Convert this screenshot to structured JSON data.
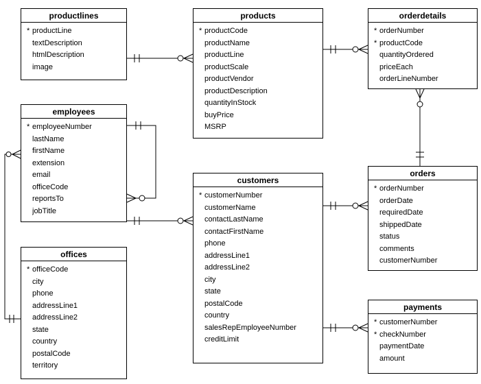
{
  "diagram": {
    "pk_marker": "*",
    "tables": [
      {
        "name": "productlines",
        "fields": [
          {
            "name": "productLine",
            "pk": true
          },
          {
            "name": "textDescription",
            "pk": false
          },
          {
            "name": "htmlDescription",
            "pk": false
          },
          {
            "name": "image",
            "pk": false
          }
        ]
      },
      {
        "name": "products",
        "fields": [
          {
            "name": "productCode",
            "pk": true
          },
          {
            "name": "productName",
            "pk": false
          },
          {
            "name": "productLine",
            "pk": false
          },
          {
            "name": "productScale",
            "pk": false
          },
          {
            "name": "productVendor",
            "pk": false
          },
          {
            "name": "productDescription",
            "pk": false
          },
          {
            "name": "quantityInStock",
            "pk": false
          },
          {
            "name": "buyPrice",
            "pk": false
          },
          {
            "name": "MSRP",
            "pk": false
          }
        ]
      },
      {
        "name": "orderdetails",
        "fields": [
          {
            "name": "orderNumber",
            "pk": true
          },
          {
            "name": "productCode",
            "pk": true
          },
          {
            "name": "quantityOrdered",
            "pk": false
          },
          {
            "name": "priceEach",
            "pk": false
          },
          {
            "name": "orderLineNumber",
            "pk": false
          }
        ]
      },
      {
        "name": "employees",
        "fields": [
          {
            "name": "employeeNumber",
            "pk": true
          },
          {
            "name": "lastName",
            "pk": false
          },
          {
            "name": "firstName",
            "pk": false
          },
          {
            "name": "extension",
            "pk": false
          },
          {
            "name": "email",
            "pk": false
          },
          {
            "name": "officeCode",
            "pk": false
          },
          {
            "name": "reportsTo",
            "pk": false
          },
          {
            "name": "jobTitle",
            "pk": false
          }
        ]
      },
      {
        "name": "customers",
        "fields": [
          {
            "name": "customerNumber",
            "pk": true
          },
          {
            "name": "customerName",
            "pk": false
          },
          {
            "name": "contactLastName",
            "pk": false
          },
          {
            "name": "contactFirstName",
            "pk": false
          },
          {
            "name": "phone",
            "pk": false
          },
          {
            "name": "addressLine1",
            "pk": false
          },
          {
            "name": "addressLine2",
            "pk": false
          },
          {
            "name": "city",
            "pk": false
          },
          {
            "name": "state",
            "pk": false
          },
          {
            "name": "postalCode",
            "pk": false
          },
          {
            "name": "country",
            "pk": false
          },
          {
            "name": "salesRepEmployeeNumber",
            "pk": false
          },
          {
            "name": "creditLimit",
            "pk": false
          }
        ]
      },
      {
        "name": "orders",
        "fields": [
          {
            "name": "orderNumber",
            "pk": true
          },
          {
            "name": "orderDate",
            "pk": false
          },
          {
            "name": "requiredDate",
            "pk": false
          },
          {
            "name": "shippedDate",
            "pk": false
          },
          {
            "name": "status",
            "pk": false
          },
          {
            "name": "comments",
            "pk": false
          },
          {
            "name": "customerNumber",
            "pk": false
          }
        ]
      },
      {
        "name": "offices",
        "fields": [
          {
            "name": "officeCode",
            "pk": true
          },
          {
            "name": "city",
            "pk": false
          },
          {
            "name": "phone",
            "pk": false
          },
          {
            "name": "addressLine1",
            "pk": false
          },
          {
            "name": "addressLine2",
            "pk": false
          },
          {
            "name": "state",
            "pk": false
          },
          {
            "name": "country",
            "pk": false
          },
          {
            "name": "postalCode",
            "pk": false
          },
          {
            "name": "territory",
            "pk": false
          }
        ]
      },
      {
        "name": "payments",
        "fields": [
          {
            "name": "customerNumber",
            "pk": true
          },
          {
            "name": "checkNumber",
            "pk": true
          },
          {
            "name": "paymentDate",
            "pk": false
          },
          {
            "name": "amount",
            "pk": false
          }
        ]
      }
    ],
    "relationships": [
      {
        "one_side": "productlines",
        "many_side": "products",
        "notation": "one-to-zero-or-many"
      },
      {
        "one_side": "products",
        "many_side": "orderdetails",
        "notation": "one-to-zero-or-many"
      },
      {
        "one_side": "orders",
        "many_side": "orderdetails",
        "notation": "one-to-zero-or-many"
      },
      {
        "one_side": "employees",
        "many_side": "employees",
        "notation": "one-to-zero-or-many"
      },
      {
        "one_side": "offices",
        "many_side": "employees",
        "notation": "one-to-zero-or-many"
      },
      {
        "one_side": "employees",
        "many_side": "customers",
        "notation": "one-to-zero-or-many"
      },
      {
        "one_side": "customers",
        "many_side": "orders",
        "notation": "one-to-zero-or-many"
      },
      {
        "one_side": "customers",
        "many_side": "payments",
        "notation": "one-to-zero-or-many"
      }
    ],
    "line_color": "#000000",
    "box_border_color": "#000000",
    "text_color": "#000000"
  }
}
